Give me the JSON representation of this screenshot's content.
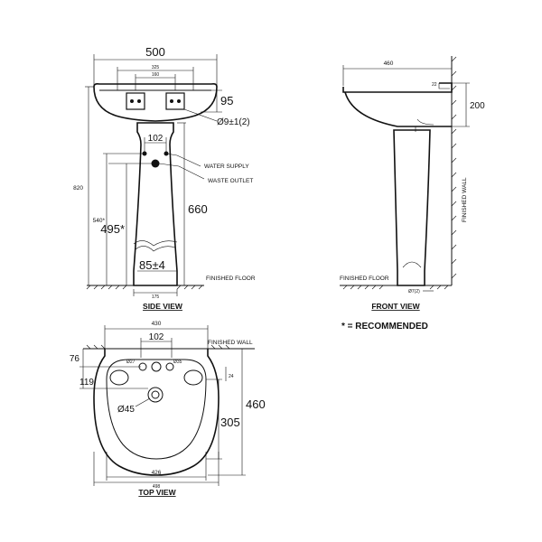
{
  "side_view": {
    "title": "SIDE VIEW",
    "width": "500",
    "tap_spacing": "325",
    "tap_spacing_inner": "160",
    "rim_depth": "95",
    "hole_dia": "Ø9±1(2)",
    "pipe_spacing": "102",
    "water_supply": "WATER SUPPLY",
    "waste_outlet": "WASTE OUTLET",
    "total_height": "820",
    "rim_to_floor": "660",
    "supply_height": "540*",
    "waste_height": "495*",
    "base_width": "85±4",
    "base_depth": "175",
    "floor": "FINISHED FLOOR"
  },
  "front_view": {
    "title": "FRONT VIEW",
    "depth": "460",
    "bowl_depth": "200",
    "wall_label": "FINISHED WALL",
    "floor": "FINISHED FLOOR",
    "fixing": "Ø7(2)",
    "radius": "22"
  },
  "note": "* = RECOMMENDED",
  "top_view": {
    "title": "TOP VIEW",
    "width": "430",
    "tap_spacing": "102",
    "wall_label": "FINISHED WALL",
    "back_offset": "76",
    "hole_offset": "119",
    "tap_hole_left": "Ø27",
    "tap_hole_right": "Ø35",
    "small_dim": "24",
    "drain": "Ø45",
    "depth": "460",
    "bowl_depth": "305",
    "inner_width": "426",
    "outer_width": "498"
  }
}
